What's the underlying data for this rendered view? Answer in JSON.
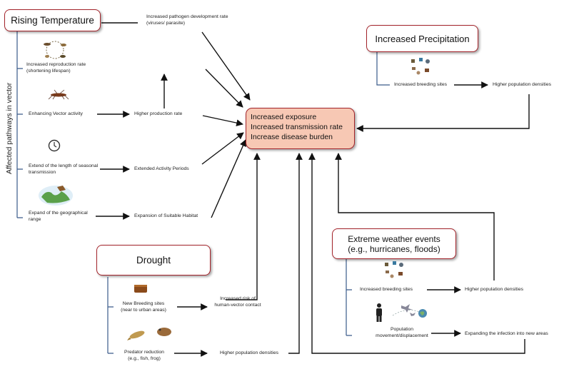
{
  "central": {
    "line1": "Increased exposure",
    "line2": "Increased transmission rate",
    "line3": "Increase disease burden"
  },
  "rising_temperature": {
    "title": "Rising Temperature",
    "axis_label": "Affected pathways in vector",
    "pathogen_rate": "Increased pathogen development rate (viruses/ parasite)",
    "reproduction": "Increased reproduction rate (shortening lifespan)",
    "vector_activity": "Enhancing Vector activity",
    "higher_production": "Higher production rate",
    "seasonal": "Extend of the length of seasonal transmission",
    "activity_periods": "Extended Activity Periods",
    "geo_range": "Expand of the geographical range",
    "habitat": "Expansion of Suitable Habitat"
  },
  "precipitation": {
    "title": "Increased Precipitation",
    "breeding": "Increased breeding sites",
    "densities": "Higher population densities"
  },
  "drought": {
    "title": "Drought",
    "breeding_line1": "New Breeding sites",
    "breeding_line2": "(near to urban areas)",
    "risk_line1": "Increased risk of",
    "risk_line2": "human-vector contact",
    "predator_line1": "Predator reduction",
    "predator_line2": "(e.g., fish, frog)",
    "densities": "Higher population densities"
  },
  "extreme": {
    "title_line1": "Extreme weather events",
    "title_line2": "(e.g., hurricanes, floods)",
    "breeding": "Increased breeding sites",
    "densities": "Higher population densities",
    "movement_line1": "Population",
    "movement_line2": "movement/displacement",
    "infection": "Expanding the infection into new areas"
  },
  "icons": [
    "mosquito-lifecycle-icon",
    "mosquito-icon",
    "clock-icon",
    "world-map-icon",
    "breeding-sites-icon",
    "container-icon",
    "fish-frog-icon",
    "person-icon",
    "airplane-icon",
    "globe-icon"
  ]
}
